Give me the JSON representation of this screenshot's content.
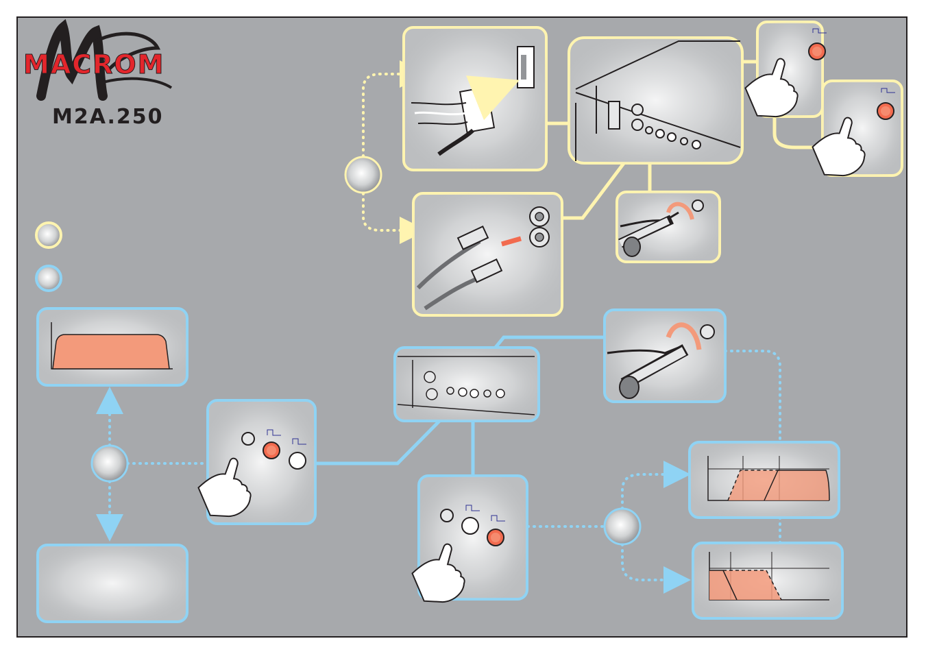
{
  "brand": {
    "name": "MACROM",
    "model": "M2A.250",
    "color_red": "#e3262c",
    "color_dark": "#231f20"
  },
  "colors": {
    "background": "#a7a9ac",
    "yellow_frame": "#fff4b0",
    "blue_frame": "#8fd3f4",
    "accent_salmon": "#f39a7b",
    "button_red": "#f26b4f"
  },
  "panels": [
    {
      "id": "wiring-connector",
      "kind": "yellow",
      "icon": "power-connector-icon"
    },
    {
      "id": "rca-input",
      "kind": "yellow",
      "icon": "rca-plug-icon"
    },
    {
      "id": "amplifier-top",
      "kind": "yellow",
      "icon": "amplifier-icon"
    },
    {
      "id": "press-button-1",
      "kind": "yellow",
      "icon": "finger-press-icon"
    },
    {
      "id": "press-button-2",
      "kind": "yellow",
      "icon": "finger-press-icon"
    },
    {
      "id": "gain-screwdriver",
      "kind": "yellow",
      "icon": "screwdriver-icon"
    },
    {
      "id": "full-range-response",
      "kind": "blue",
      "icon": "frequency-response-icon"
    },
    {
      "id": "empty-panel",
      "kind": "blue",
      "icon": ""
    },
    {
      "id": "filter-button-press-1",
      "kind": "blue",
      "icon": "finger-press-icon"
    },
    {
      "id": "amplifier-controls",
      "kind": "blue",
      "icon": "amplifier-icon"
    },
    {
      "id": "crossover-screwdriver",
      "kind": "blue",
      "icon": "screwdriver-icon"
    },
    {
      "id": "filter-button-press-2",
      "kind": "blue",
      "icon": "finger-press-icon"
    },
    {
      "id": "highpass-response",
      "kind": "blue",
      "icon": "frequency-response-icon"
    },
    {
      "id": "lowpass-response",
      "kind": "blue",
      "icon": "frequency-response-icon"
    }
  ],
  "legend": [
    {
      "kind": "yellow",
      "icon": "yellow-circle-icon"
    },
    {
      "kind": "blue",
      "icon": "blue-circle-icon"
    }
  ]
}
